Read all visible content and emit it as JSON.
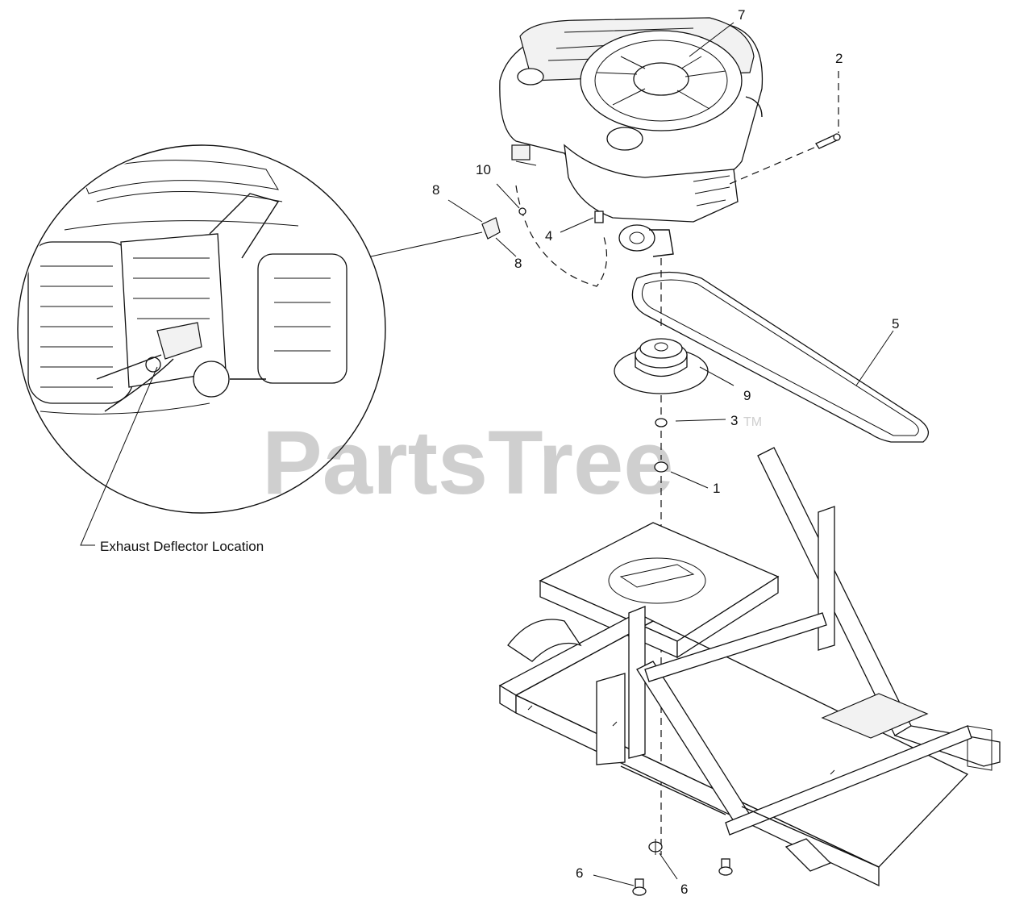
{
  "watermark": {
    "text": "PartsTree",
    "trademark": "TM"
  },
  "detail_caption": "Exhaust Deflector Location",
  "callouts": [
    {
      "id": "c7",
      "label": "7"
    },
    {
      "id": "c2",
      "label": "2"
    },
    {
      "id": "c10",
      "label": "10"
    },
    {
      "id": "c8a",
      "label": "8"
    },
    {
      "id": "c4",
      "label": "4"
    },
    {
      "id": "c8b",
      "label": "8"
    },
    {
      "id": "c5",
      "label": "5"
    },
    {
      "id": "c9",
      "label": "9"
    },
    {
      "id": "c3",
      "label": "3"
    },
    {
      "id": "c1",
      "label": "1"
    },
    {
      "id": "c6a",
      "label": "6"
    },
    {
      "id": "c6b",
      "label": "6"
    }
  ]
}
